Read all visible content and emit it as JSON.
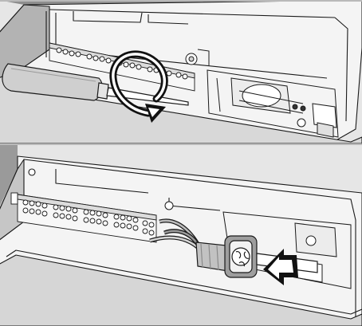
{
  "figure": {
    "type": "installation illustration",
    "step_count": 2,
    "style": "grey line drawing",
    "colors": {
      "background": "#e6e6e6",
      "line": "#1a1a1a",
      "housing": "#f4f4f4",
      "housing_shade": "#c9c9c9",
      "terminal": "#f7f7f7",
      "arrow": "#111111",
      "divider": "#b9b9b9"
    },
    "steps": [
      {
        "elements": [
          "actuator-housing",
          "terminal-strip",
          "screw-terminal",
          "screwdriver",
          "rotation-arrow",
          "limit-switch-unit"
        ]
      },
      {
        "elements": [
          "actuator-housing",
          "terminal-strip",
          "connection-cable",
          "cable-gland",
          "push-arrow"
        ]
      }
    ]
  }
}
